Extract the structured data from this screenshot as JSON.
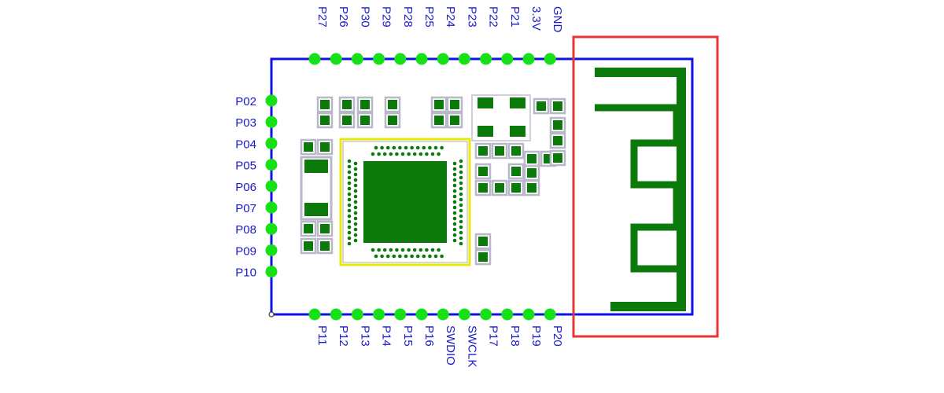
{
  "module": {
    "top_pins": [
      "P27",
      "P26",
      "P30",
      "P29",
      "P28",
      "P25",
      "P24",
      "P23",
      "P22",
      "P21",
      "3.3V",
      "GND"
    ],
    "bottom_pins": [
      "P11",
      "P12",
      "P13",
      "P14",
      "P15",
      "P16",
      "SWDIO",
      "SWCLK",
      "P17",
      "P18",
      "P19",
      "P20"
    ],
    "left_pins": [
      "P02",
      "P03",
      "P04",
      "P05",
      "P06",
      "P07",
      "P08",
      "P09",
      "P10"
    ]
  },
  "colors": {
    "outline": "#0d12e6",
    "pad": "#16e016",
    "copper": "#0b7a0b",
    "silk": "#b8b8c8",
    "chip_outline": "#e8e80a",
    "highlight": "#e53535",
    "label": "#1a1acc"
  }
}
